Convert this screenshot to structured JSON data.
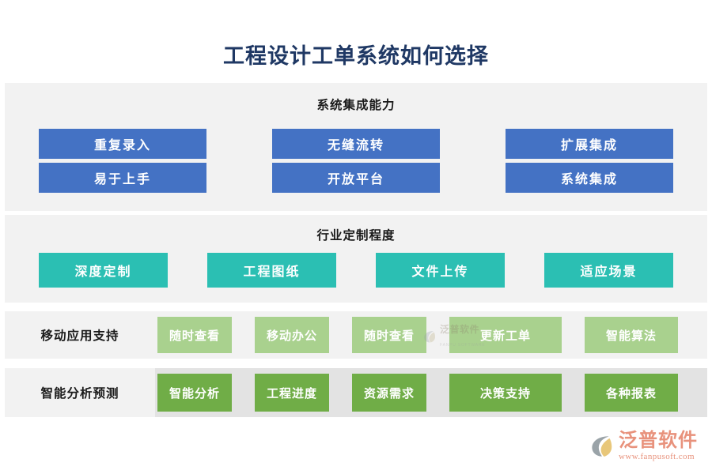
{
  "title": "工程设计工单系统如何选择",
  "colors": {
    "title": "#1F3864",
    "panel_bg": "#F2F2F2",
    "panel_bg_alt": "#E3E3E3",
    "blue": "#4472C4",
    "teal": "#2BBFB3",
    "green_light": "#A9D18E",
    "green": "#70AD47",
    "brand": "#E8927C"
  },
  "sections": {
    "integration": {
      "heading": "系统集成能力",
      "columns": [
        {
          "items": [
            "重复录入",
            "易于上手"
          ]
        },
        {
          "items": [
            "无缝流转",
            "开放平台"
          ]
        },
        {
          "items": [
            "扩展集成",
            "系统集成"
          ]
        }
      ]
    },
    "customization": {
      "heading": "行业定制程度",
      "items": [
        "深度定制",
        "工程图纸",
        "文件上传",
        "适应场景"
      ]
    },
    "mobile": {
      "label": "移动应用支持",
      "items": [
        "随时查看",
        "移动办公",
        "随时查看",
        "更新工单",
        "智能算法"
      ]
    },
    "analysis": {
      "label": "智能分析预测",
      "items": [
        "智能分析",
        "工程进度",
        "资源需求",
        "决策支持",
        "各种报表"
      ]
    }
  },
  "watermark": {
    "cn": "泛普软件",
    "en": "FANPU SOFTWARE"
  },
  "brand": {
    "name": "泛普软件",
    "url": "www.fanpusoft.com"
  }
}
